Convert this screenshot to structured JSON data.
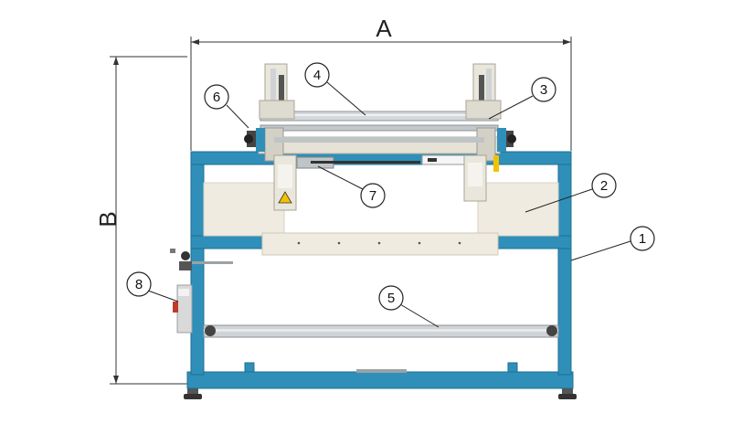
{
  "dimensions": {
    "width_label": "A",
    "height_label": "B"
  },
  "callouts": [
    {
      "id": "1",
      "label": "1"
    },
    {
      "id": "2",
      "label": "2"
    },
    {
      "id": "3",
      "label": "3"
    },
    {
      "id": "4",
      "label": "4"
    },
    {
      "id": "5",
      "label": "5"
    },
    {
      "id": "6",
      "label": "6"
    },
    {
      "id": "7",
      "label": "7"
    },
    {
      "id": "8",
      "label": "8"
    }
  ],
  "colors": {
    "frame": "#2f8fb8",
    "frame_dark": "#1e6f93",
    "panel": "#efebe1",
    "metal": "#cfd3d6",
    "metal_dark": "#8c9296",
    "black": "#222222",
    "warning": "#f2c200",
    "red": "#c0392b"
  }
}
